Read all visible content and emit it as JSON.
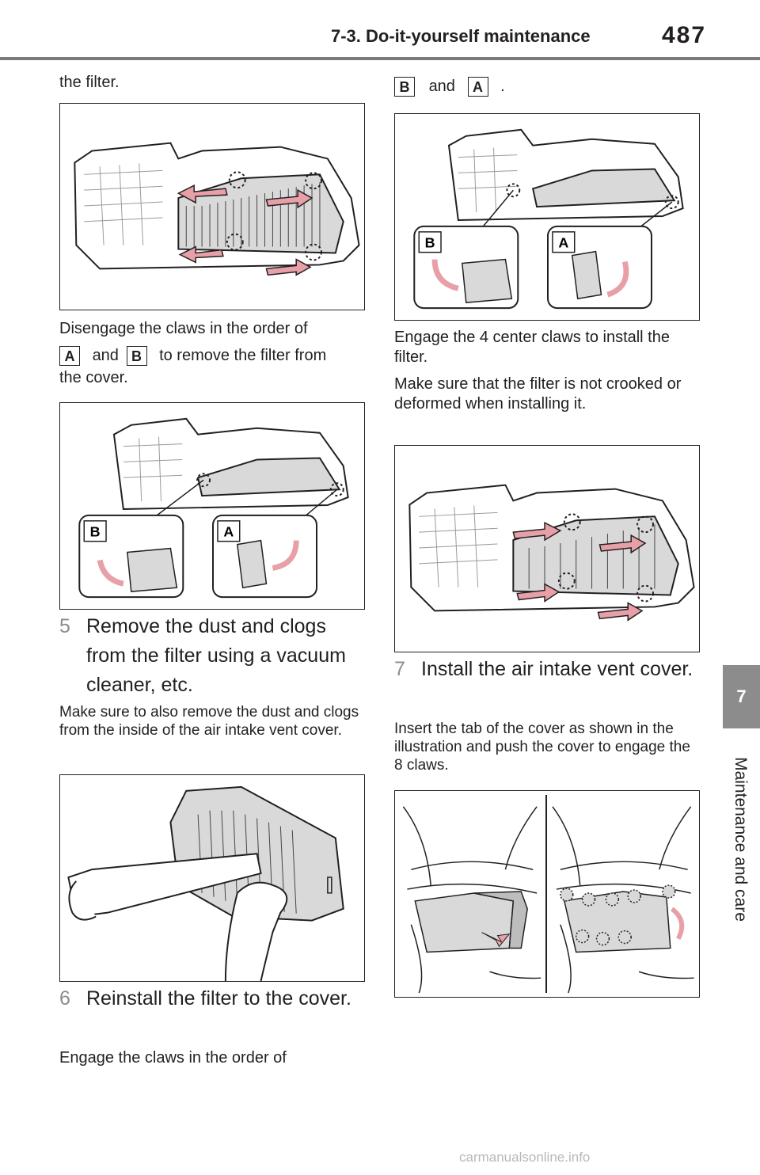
{
  "header": {
    "section": "7-3. Do-it-yourself maintenance",
    "page_number": "487"
  },
  "side_tab": {
    "number": "7",
    "label": "Maintenance and care"
  },
  "left": {
    "intro_tail": "the filter.",
    "caption1_line1": "Disengage the claws in the order of",
    "caption1_and": "and",
    "caption1_tail": "to remove the filter from",
    "caption1_line3": "the cover.",
    "badge_a": "A",
    "badge_b": "B",
    "step5_num": "5",
    "step5_text": "Remove the dust and clogs from the filter using a vacuum cleaner, etc.",
    "step5_note": "Make sure to also remove the dust and clogs from the inside of the air intake vent cover.",
    "step6_num": "6",
    "step6_text": "Reinstall the filter to the cover.",
    "step6_note": "Engage the claws in the order of"
  },
  "right": {
    "order_and": "and",
    "order_end": ".",
    "badge_b": "B",
    "badge_a": "A",
    "caption_engage": "Engage the 4 center claws to install the filter.",
    "caption_check": "Make sure that the filter is not crooked or deformed when installing it.",
    "step7_num": "7",
    "step7_text": "Install the air intake vent cover.",
    "step7_note": "Insert the tab of the cover as shown in the illustration and push the cover to engage the 8 claws."
  },
  "figures": {
    "callout_b": "B",
    "callout_a": "A"
  },
  "colors": {
    "arrow": "#e8a0a8",
    "panel": "#d9d9d9",
    "frame": "#231f20"
  },
  "footer": "carmanualsonline.info"
}
